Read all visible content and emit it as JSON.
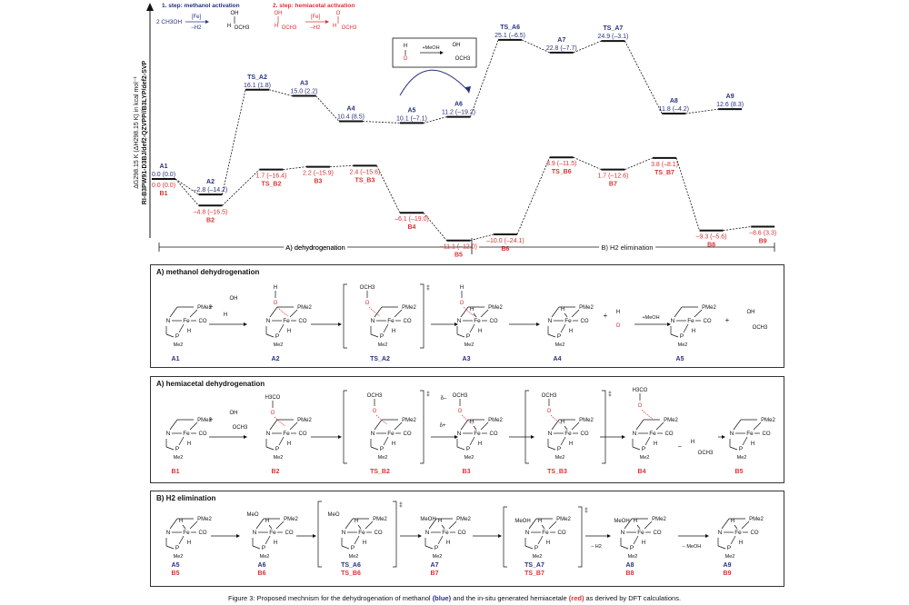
{
  "header": {
    "step1": "1. step: methanol activation",
    "step2": "2. step: hemiacetal activation",
    "reagent": "2 CH3OH",
    "cat": "[Fe]",
    "h2": "–H2",
    "oh": "OH",
    "och3": "OCH3",
    "h": "H",
    "o": "O"
  },
  "yaxis": {
    "line1": "ΔG298.15 K (ΔH298.15 K) in kcal mol⁻¹",
    "line2": "RI-B3PW91-D3BJ/def2-QZVPP//B3LYP/def2-SVP"
  },
  "inset": {
    "h": "H",
    "o": "O",
    "meoh": "+MeOH",
    "oh": "OH",
    "och3": "OCH3"
  },
  "sections": {
    "a": "A) dehydrogenation",
    "b": "B) H2 elimination"
  },
  "colors": {
    "blue": "#27307e",
    "red": "#d93232",
    "line": "#111111"
  },
  "chart_data": {
    "type": "energy_profile",
    "blue": [
      {
        "label": "A1",
        "value": "0.0 (0.0)",
        "g": 0.0
      },
      {
        "label": "A2",
        "value": "–2.8 (–14.2)",
        "g": -2.8
      },
      {
        "label": "TS_A2",
        "value": "16.1 (1.8)",
        "g": 16.1
      },
      {
        "label": "A3",
        "value": "15.0 (2.2)",
        "g": 15.0
      },
      {
        "label": "A4",
        "value": "10.4 (8.5)",
        "g": 10.4
      },
      {
        "label": "A5",
        "value": "10.1 (–7.1)",
        "g": 10.1
      },
      {
        "label": "A6",
        "value": "11.2 (–19.2)",
        "g": 11.2
      },
      {
        "label": "TS_A6",
        "value": "25.1 (–6.5)",
        "g": 25.1
      },
      {
        "label": "A7",
        "value": "22.8 (–7.7)",
        "g": 22.8
      },
      {
        "label": "TS_A7",
        "value": "24.9 (–3.1)",
        "g": 24.9
      },
      {
        "label": "A8",
        "value": "11.8 (–4.2)",
        "g": 11.8
      },
      {
        "label": "A9",
        "value": "12.6 (8.3)",
        "g": 12.6
      }
    ],
    "red": [
      {
        "label": "B1",
        "value": "0.0 (0.0)",
        "g": 0.0
      },
      {
        "label": "B2",
        "value": "–4.8 (–16.5)",
        "g": -4.8
      },
      {
        "label": "TS_B2",
        "value": "1.7 (–16.4)",
        "g": 1.7
      },
      {
        "label": "B3",
        "value": "2.2 (–15.9)",
        "g": 2.2
      },
      {
        "label": "TS_B3",
        "value": "2.4 (–15.6)",
        "g": 2.4
      },
      {
        "label": "B4",
        "value": "–6.1 (–19.0)",
        "g": -6.1
      },
      {
        "label": "B5",
        "value": "–11.1 (–12.0)",
        "g": -11.1
      },
      {
        "label": "B6",
        "value": "–10.0 (–24.1)",
        "g": -10.0
      },
      {
        "label": "TS_B6",
        "value": "3.9 (–11.5)",
        "g": 3.9
      },
      {
        "label": "B7",
        "value": "1.7 (–12.6)",
        "g": 1.7
      },
      {
        "label": "TS_B7",
        "value": "3.8 (–8.1)",
        "g": 3.8
      },
      {
        "label": "B8",
        "value": "–9.3 (–5.6)",
        "g": -9.3
      },
      {
        "label": "B9",
        "value": "–8.6 (3.3)",
        "g": -8.6
      }
    ]
  },
  "panels": {
    "p1": {
      "title": "A) methanol dehydrogenation",
      "labels": [
        "A1",
        "A2",
        "TS_A2",
        "A3",
        "A4",
        "A5"
      ],
      "meoh": "+MeOH",
      "ts": "‡"
    },
    "p2": {
      "title": "A) hemiacetal dehydrogenation",
      "labels": [
        "B1",
        "B2",
        "TS_B2",
        "B3",
        "TS_B3",
        "B4",
        "B5"
      ],
      "ts": "‡",
      "dminus": "δ–",
      "dplus": "δ+"
    },
    "p3": {
      "title": "B) H2 elimination",
      "top": [
        "A5",
        "A6",
        "TS_A6",
        "A7",
        "TS_A7",
        "A8",
        "A9"
      ],
      "bottom": [
        "B5",
        "B6",
        "TS_B6",
        "B7",
        "TS_B7",
        "B8",
        "B9"
      ],
      "mh2": "– H2",
      "mmeoh": "– MeOH",
      "ts": "‡"
    }
  },
  "chem": {
    "fe": "Fe",
    "co": "CO",
    "n": "N",
    "p": "P",
    "pme2": "PMe2",
    "me2": "Me2",
    "h": "H",
    "o": "O",
    "oh": "OH",
    "och3": "OCH3",
    "h3co": "H3CO",
    "meo": "MeO",
    "meoh": "MeOH"
  },
  "caption": {
    "pre": "Figure 3: Proposed mechnism for the dehydrogenation of methanol ",
    "blue": "(blue)",
    "mid": " and the in-situ generated hemiacetale ",
    "red": "(red)",
    "post": " as derived by DFT calculations."
  }
}
